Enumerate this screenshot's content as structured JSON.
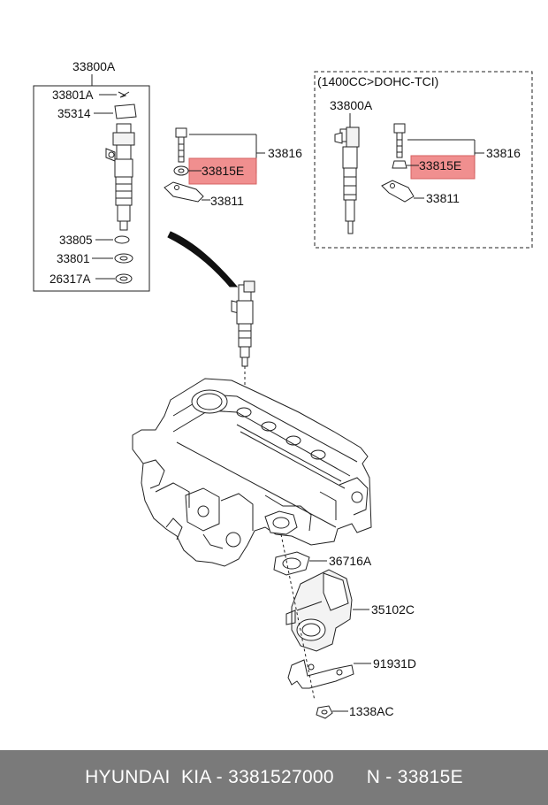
{
  "labels": {
    "injector_assembly_left": "33800A",
    "clip_33801a": "33801A",
    "clip_35314": "35314",
    "bolt_33816_left": "33816",
    "washer_33815e_left": "33815E",
    "clamp_33811_left": "33811",
    "oring_33805": "33805",
    "washer_33801": "33801",
    "seal_26317a": "26317A",
    "variant_title": "(1400CC>DOHC-TCI)",
    "injector_assembly_right": "33800A",
    "bolt_33816_right": "33816",
    "washer_33815e_right": "33815E",
    "clamp_33811_right": "33811",
    "gasket_36716a": "36716A",
    "throttle_body_35102c": "35102C",
    "bracket_91931d": "91931D",
    "nut_1338ac": "1338AC"
  },
  "highlight_color": "#f08a8a",
  "footer": {
    "text": "HYUNDAI  KIA - 3381527000      N - 33815E"
  }
}
